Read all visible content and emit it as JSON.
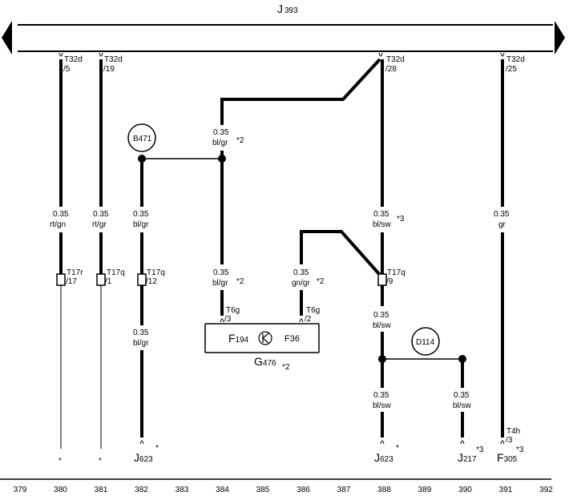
{
  "bus": {
    "label_main": "J",
    "label_sub": "393"
  },
  "wires": [
    {
      "id": "w380",
      "top_conn": [
        "T32d",
        "/5"
      ],
      "cross": [
        "0.35",
        "rt/gn"
      ],
      "mid_conn": [
        "T17r",
        "/17"
      ],
      "bottom_label": "*"
    },
    {
      "id": "w381",
      "top_conn": [
        "T32d",
        "/19"
      ],
      "cross": [
        "0.35",
        "rt/gr"
      ],
      "mid_conn": [
        "T17q",
        "/1"
      ],
      "bottom_label": "*"
    },
    {
      "id": "w382",
      "cross": [
        "0.35",
        "bl/gr"
      ],
      "mid_conn": [
        "T17q",
        "/12"
      ],
      "cross2": [
        "0.35",
        "bl/gr"
      ],
      "bottom_main": "J",
      "bottom_sub": "623",
      "bottom_star": "*"
    },
    {
      "id": "w384",
      "cross_top": [
        "0.35",
        "bl/gr"
      ],
      "star_top": "*2",
      "cross": [
        "0.35",
        "bl/gr"
      ],
      "star": "*2",
      "conn": [
        "T6g",
        "/3"
      ]
    },
    {
      "id": "w386",
      "cross": [
        "0.35",
        "gn/gr"
      ],
      "star": "*2",
      "conn": [
        "T6g",
        "/2"
      ]
    },
    {
      "id": "w388",
      "top_conn": [
        "T32d",
        "/28"
      ],
      "cross": [
        "0.35",
        "bl/sw"
      ],
      "star": "*3",
      "mid_conn": [
        "T17q",
        "/9"
      ],
      "cross2": [
        "0.35",
        "bl/sw"
      ],
      "cross3": [
        "0.35",
        "bl/sw"
      ],
      "bottom_main": "J",
      "bottom_sub": "623",
      "bottom_star": "*"
    },
    {
      "id": "w390",
      "cross": [
        "0.35",
        "bl/sw"
      ],
      "bottom_main": "J",
      "bottom_sub": "217",
      "bottom_star": "*3"
    },
    {
      "id": "w391",
      "top_conn": [
        "T32d",
        "/25"
      ],
      "cross": [
        "0.35",
        "gr"
      ],
      "conn": [
        "T4h",
        "/3"
      ],
      "bottom_main": "F",
      "bottom_sub": "305",
      "bottom_star": "*3"
    }
  ],
  "splices": [
    {
      "id": "B471",
      "label": "B471"
    },
    {
      "id": "D114",
      "label": "D114"
    }
  ],
  "component": {
    "left_main": "F",
    "left_sub": "194",
    "right_label": "F36",
    "name_main": "G",
    "name_sub": "476",
    "name_star": "*2"
  },
  "ruler": [
    "379",
    "380",
    "381",
    "382",
    "383",
    "384",
    "385",
    "386",
    "387",
    "388",
    "389",
    "390",
    "391",
    "392"
  ]
}
